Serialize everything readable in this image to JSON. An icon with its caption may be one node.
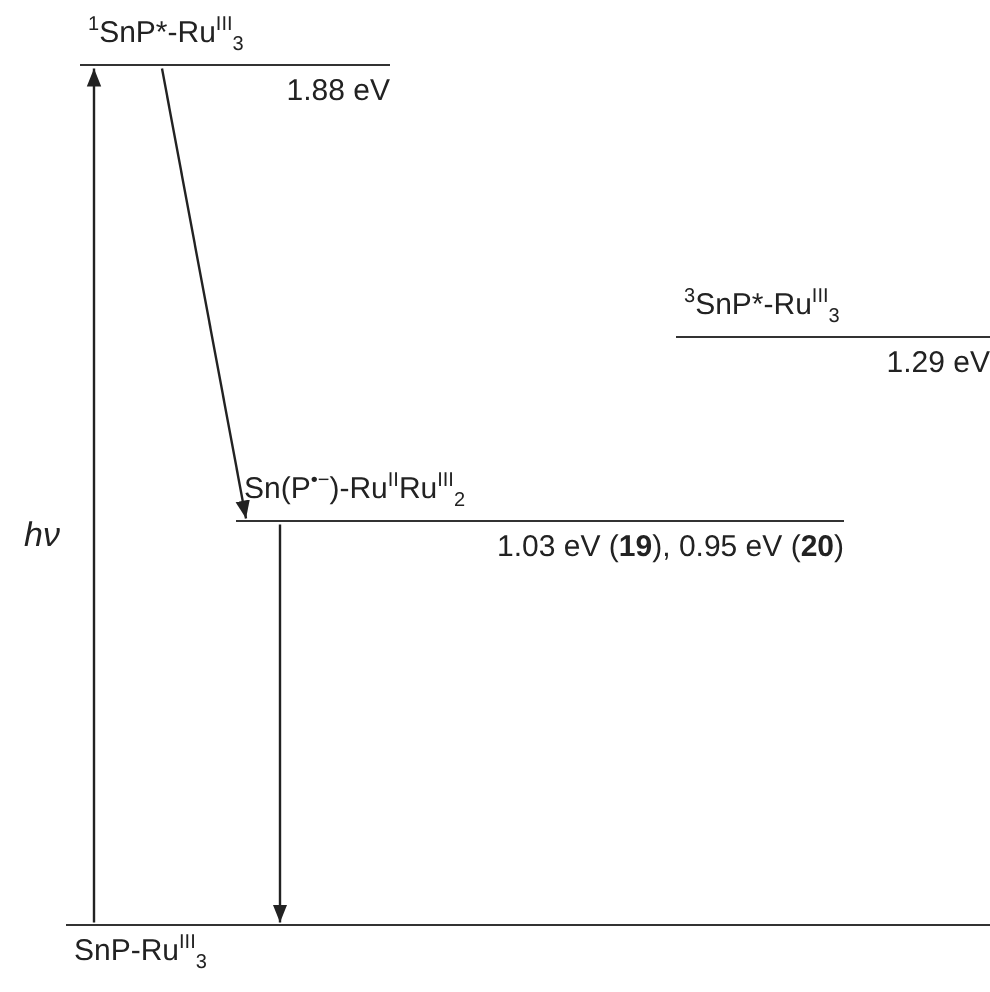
{
  "diagram": {
    "nodes": [
      {
        "text": [
          "$^{1}$SnP*-Ru$^{III}$$_{3}$",
          "1.88 eV"
        ]
      },
      {
        "text": [
          "$^{3}$SnP*-Ru$^{III}$$_{3}$",
          "1.29 eV"
        ]
      },
      {
        "text": [
          "Sn(P$^{•−}$)-Ru$^{II}$Ru$^{III}$$_{2}$",
          "1.03 eV (**19**), 0.95 eV (**20**)"
        ]
      },
      {
        "text": [
          "SnP-Ru$^{III}$$_{3}$"
        ]
      }
    ],
    "edges": [
      {
        "from": 3,
        "to": 0,
        "arrow": "to",
        "label": "hν"
      },
      {
        "from": 0,
        "to": 2,
        "arrow": "to"
      },
      {
        "from": 2,
        "to": 3,
        "arrow": "to"
      }
    ]
  }
}
